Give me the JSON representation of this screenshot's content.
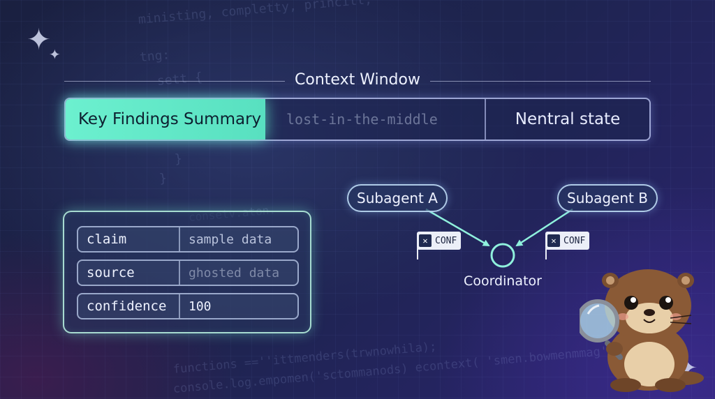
{
  "background_code": [
    "ministing, completty, princitl;",
    "tng:",
    "sett {",
    "}",
    "}",
    "consetv.aton.",
    "functions ==''ittmenders(trwnowhila);",
    "console.log.empomen('sctommanods) econtext( 'smen.bowmenmmag');"
  ],
  "context_window": {
    "title": "Context Window",
    "segments": [
      {
        "label": "Key Findings Summary",
        "style": "highlight"
      },
      {
        "label": "lost-in-the-middle",
        "style": "faded"
      },
      {
        "label": "Nentral state",
        "style": "normal"
      }
    ]
  },
  "record": {
    "rows": [
      {
        "key": "claim",
        "value": "sample data",
        "value_color": "#b9c3dc"
      },
      {
        "key": "source",
        "value": "ghosted data",
        "value_color": "#7f8aa8"
      },
      {
        "key": "confidence",
        "value": "100",
        "value_color": "#eef2ff"
      }
    ]
  },
  "diagram": {
    "subagent_a": "Subagent A",
    "subagent_b": "Subagent B",
    "coordinator": "Coordinator",
    "conf_label": "CONF",
    "accent": "#8ff0dc"
  },
  "colors": {
    "highlight": "#6cf0cf",
    "panel_border": "#c8d2ff"
  },
  "mascot": "otter-with-magnifier-icon"
}
